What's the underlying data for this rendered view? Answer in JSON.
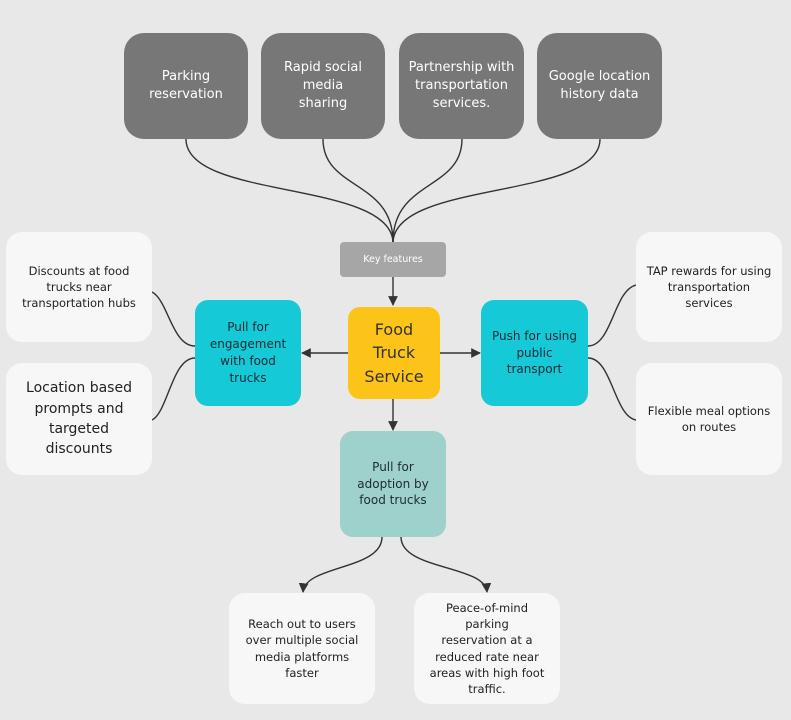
{
  "center": {
    "label": "Food\nTruck\nService"
  },
  "key_features": {
    "label": "Key features",
    "items": [
      "Parking\nreservation",
      "Rapid social media\nsharing",
      "Partnership with\ntransportation\nservices.",
      "Google location\nhistory data"
    ]
  },
  "pull_engagement": {
    "label": "Pull for\nengagement\nwith food\ntrucks",
    "items": [
      "Discounts at food\ntrucks near\ntransportation hubs",
      "Location based\nprompts and\ntargeted discounts"
    ]
  },
  "push_transport": {
    "label": "Push for using\npublic\ntransport",
    "items": [
      "TAP rewards for using\ntransportation\nservices",
      "Flexible meal options\non routes"
    ]
  },
  "pull_adoption": {
    "label": "Pull for\nadoption by\nfood trucks",
    "items": [
      "Reach out to users\nover multiple social\nmedia platforms faster",
      "Peace-of-mind parking\nreservation at a\nreduced rate near\nareas with high foot\ntraffic."
    ]
  },
  "colors": {
    "background": "#e8e8e8",
    "feature": "#777777",
    "key": "#a6a6a6",
    "center": "#fcc419",
    "cyan": "#16c9d7",
    "teal": "#9ed0cc",
    "card": "#f7f7f7",
    "line": "#333333"
  }
}
